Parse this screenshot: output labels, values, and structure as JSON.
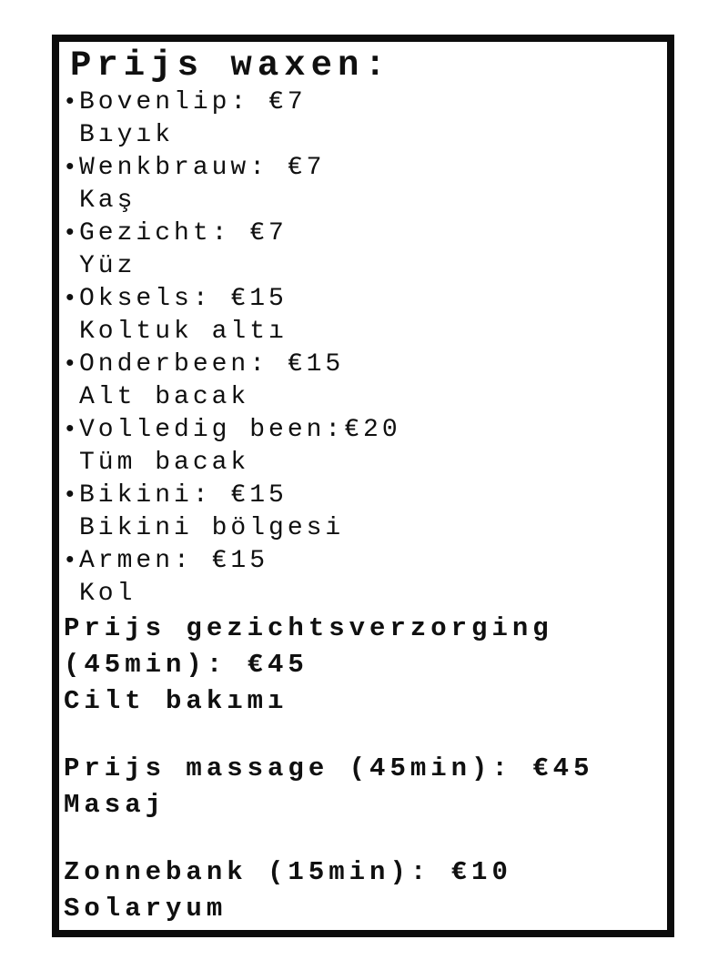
{
  "page": {
    "background_color": "#ffffff",
    "frame_border_color": "#0c0c0c",
    "text_color": "#101010",
    "bullet": "•"
  },
  "price_list": {
    "title": "Prijs waxen:",
    "wax_items": [
      {
        "service_nl": "Bovenlip: €7",
        "service_tr": "Bıyık"
      },
      {
        "service_nl": "Wenkbrauw: €7",
        "service_tr": "Kaş"
      },
      {
        "service_nl": "Gezicht: €7",
        "service_tr": "Yüz"
      },
      {
        "service_nl": "Oksels: €15",
        "service_tr": "Koltuk altı"
      },
      {
        "service_nl": "Onderbeen: €15",
        "service_tr": "Alt bacak"
      },
      {
        "service_nl": "Volledig been:€20",
        "service_tr": "Tüm bacak"
      },
      {
        "service_nl": "Bikini: €15",
        "service_tr": "Bikini bölgesi"
      },
      {
        "service_nl": "Armen: €15",
        "service_tr": "Kol"
      }
    ],
    "sections": [
      {
        "label_nl": "Prijs gezichtsverzorging (45min): €45",
        "label_tr": "Cilt bakımı"
      },
      {
        "label_nl": "Prijs massage (45min): €45",
        "label_tr": "Masaj"
      },
      {
        "label_nl": "Zonnebank (15min): €10",
        "label_tr": "Solaryum"
      }
    ]
  }
}
